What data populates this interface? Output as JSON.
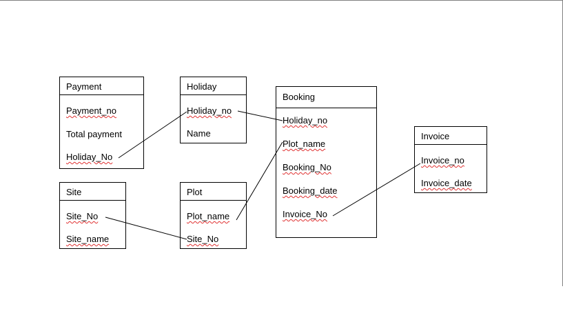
{
  "entities": {
    "payment": {
      "title": "Payment",
      "attrs": [
        "Payment_no",
        "Total payment",
        "Holiday_No"
      ]
    },
    "holiday": {
      "title": "Holiday",
      "attrs": [
        "Holiday_no",
        "Name"
      ]
    },
    "booking": {
      "title": "Booking",
      "attrs": [
        "Holiday_no",
        "Plot_name",
        "Booking_No",
        "Booking_date",
        "Invoice_No"
      ]
    },
    "invoice": {
      "title": "Invoice",
      "attrs": [
        "Invoice_no",
        "Invoice_date"
      ]
    },
    "site": {
      "title": "Site",
      "attrs": [
        "Site_No",
        "Site_name"
      ]
    },
    "plot": {
      "title": "Plot",
      "attrs": [
        "Plot_name",
        "Site_No"
      ]
    }
  },
  "relationships": [
    {
      "from": "Payment.Holiday_No",
      "to": "Holiday.Holiday_no"
    },
    {
      "from": "Holiday.Holiday_no",
      "to": "Booking.Holiday_no"
    },
    {
      "from": "Plot.Plot_name",
      "to": "Booking.Plot_name"
    },
    {
      "from": "Site.Site_No",
      "to": "Plot.Site_No"
    },
    {
      "from": "Booking.Invoice_No",
      "to": "Invoice.Invoice_no"
    }
  ],
  "colors": {
    "line": "#000000",
    "spellcheck_underline": "#e03030",
    "frame": "#7f7f7f"
  }
}
